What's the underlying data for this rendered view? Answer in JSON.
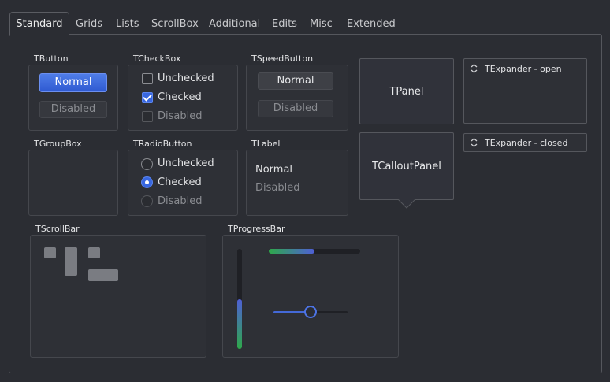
{
  "tabs": [
    {
      "label": "Standard"
    },
    {
      "label": "Grids"
    },
    {
      "label": "Lists"
    },
    {
      "label": "ScrollBox"
    },
    {
      "label": "Additional"
    },
    {
      "label": "Edits"
    },
    {
      "label": "Misc"
    },
    {
      "label": "Extended"
    }
  ],
  "button_group": {
    "title": "TButton",
    "normal": "Normal",
    "disabled": "Disabled"
  },
  "checkbox_group": {
    "title": "TCheckBox",
    "unchecked": "Unchecked",
    "checked": "Checked",
    "disabled": "Disabled"
  },
  "speedbutton_group": {
    "title": "TSpeedButton",
    "normal": "Normal",
    "disabled": "Disabled"
  },
  "panel": {
    "label": "TPanel"
  },
  "callout_panel": {
    "label": "TCalloutPanel"
  },
  "expander_open": {
    "label": "TExpander - open"
  },
  "expander_closed": {
    "label": "TExpander - closed"
  },
  "groupbox_group": {
    "title": "TGroupBox"
  },
  "radio_group": {
    "title": "TRadioButton",
    "unchecked": "Unchecked",
    "checked": "Checked",
    "disabled": "Disabled"
  },
  "label_group": {
    "title": "TLabel",
    "normal": "Normal",
    "disabled": "Disabled"
  },
  "scrollbar_group": {
    "title": "TScrollBar"
  },
  "progressbar_group": {
    "title": "TProgressBar",
    "horizontal_progress": 0.5,
    "vertical_progress": 0.5,
    "trackbar_value": 0.5
  },
  "colors": {
    "accent": "#3867e0",
    "progress_start": "#2ea84a",
    "progress_end": "#4f5fd6",
    "background": "#2b2d33"
  }
}
